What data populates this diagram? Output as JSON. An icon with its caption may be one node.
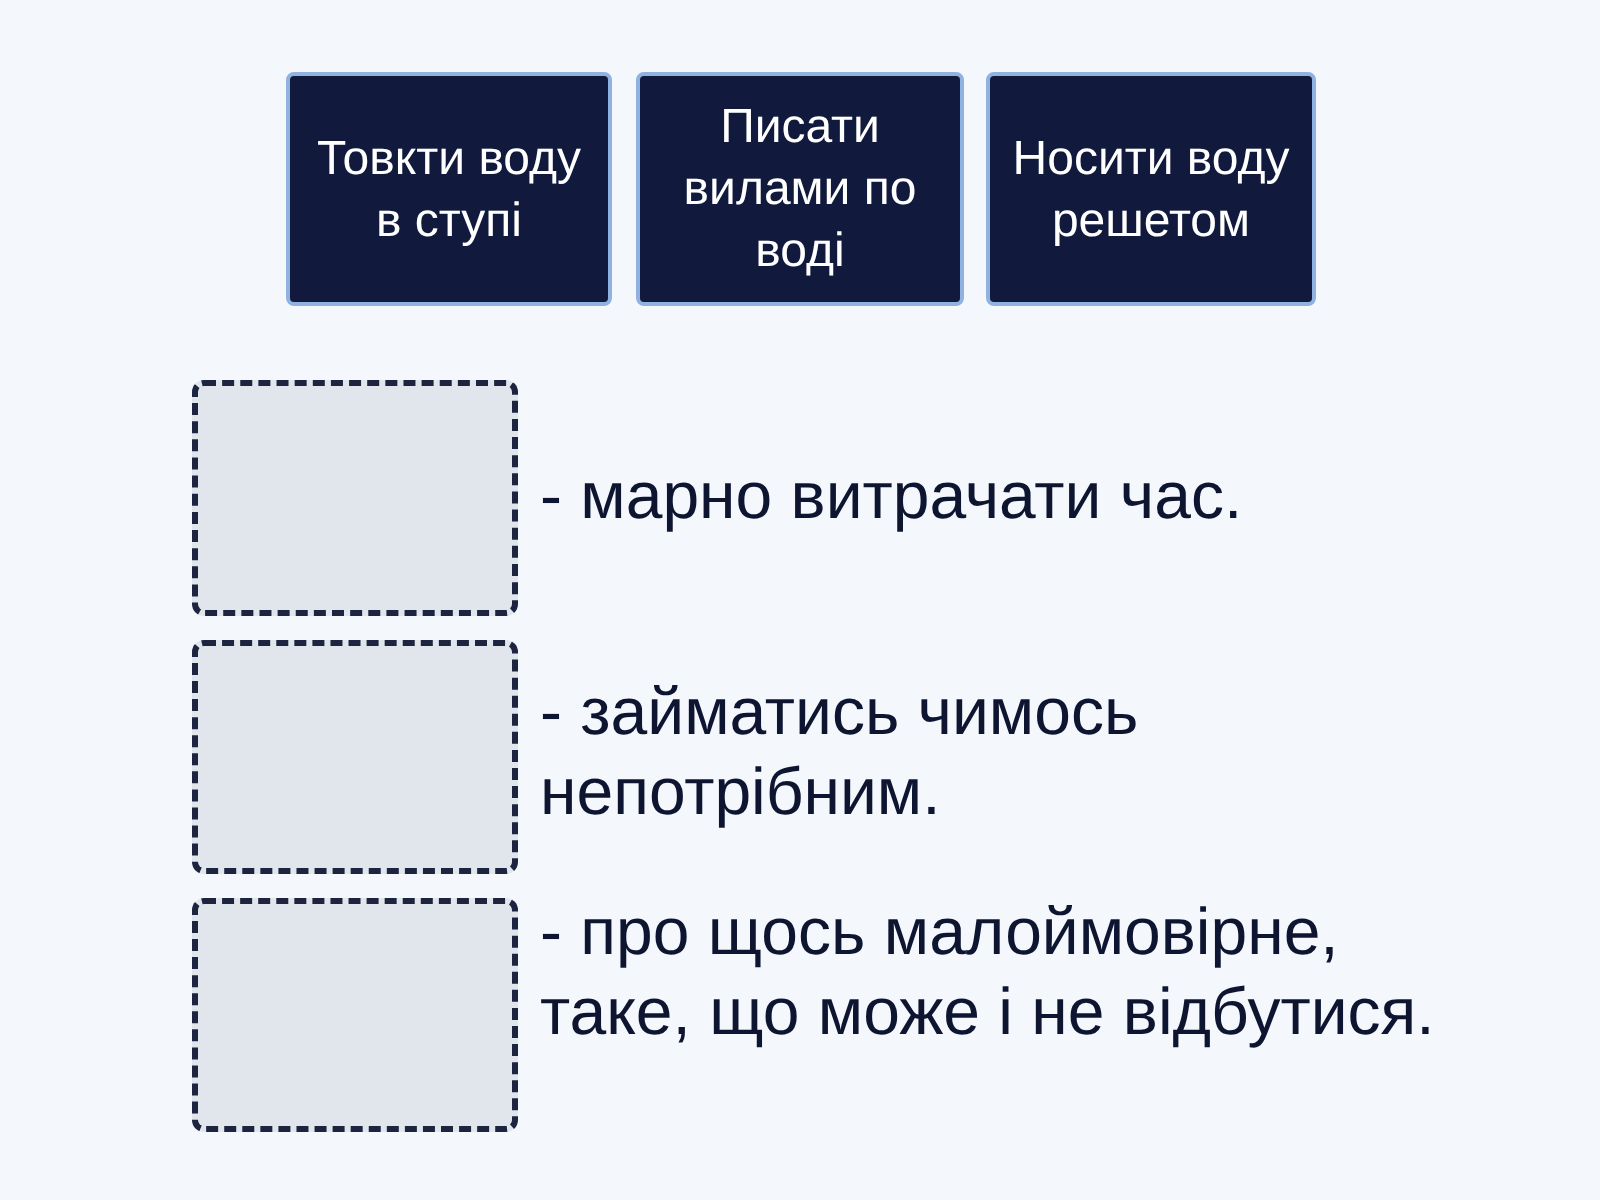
{
  "diagram": {
    "nodes": [
      {
        "text": [
          "Товкти воду в ступі"
        ]
      },
      {
        "text": [
          "Писати вилами по воді"
        ]
      },
      {
        "text": [
          "Носити воду решетом"
        ]
      },
      {
        "text": [],
        "shape": "box",
        "beside": [
          "- марно витрачати час."
        ]
      },
      {
        "text": [],
        "shape": "box",
        "beside": [
          "- займатись чимось непотрібним."
        ]
      },
      {
        "text": [],
        "shape": "box",
        "beside": [
          "- про щось малоймовірне, таке, що може і не відбутися."
        ]
      }
    ]
  }
}
